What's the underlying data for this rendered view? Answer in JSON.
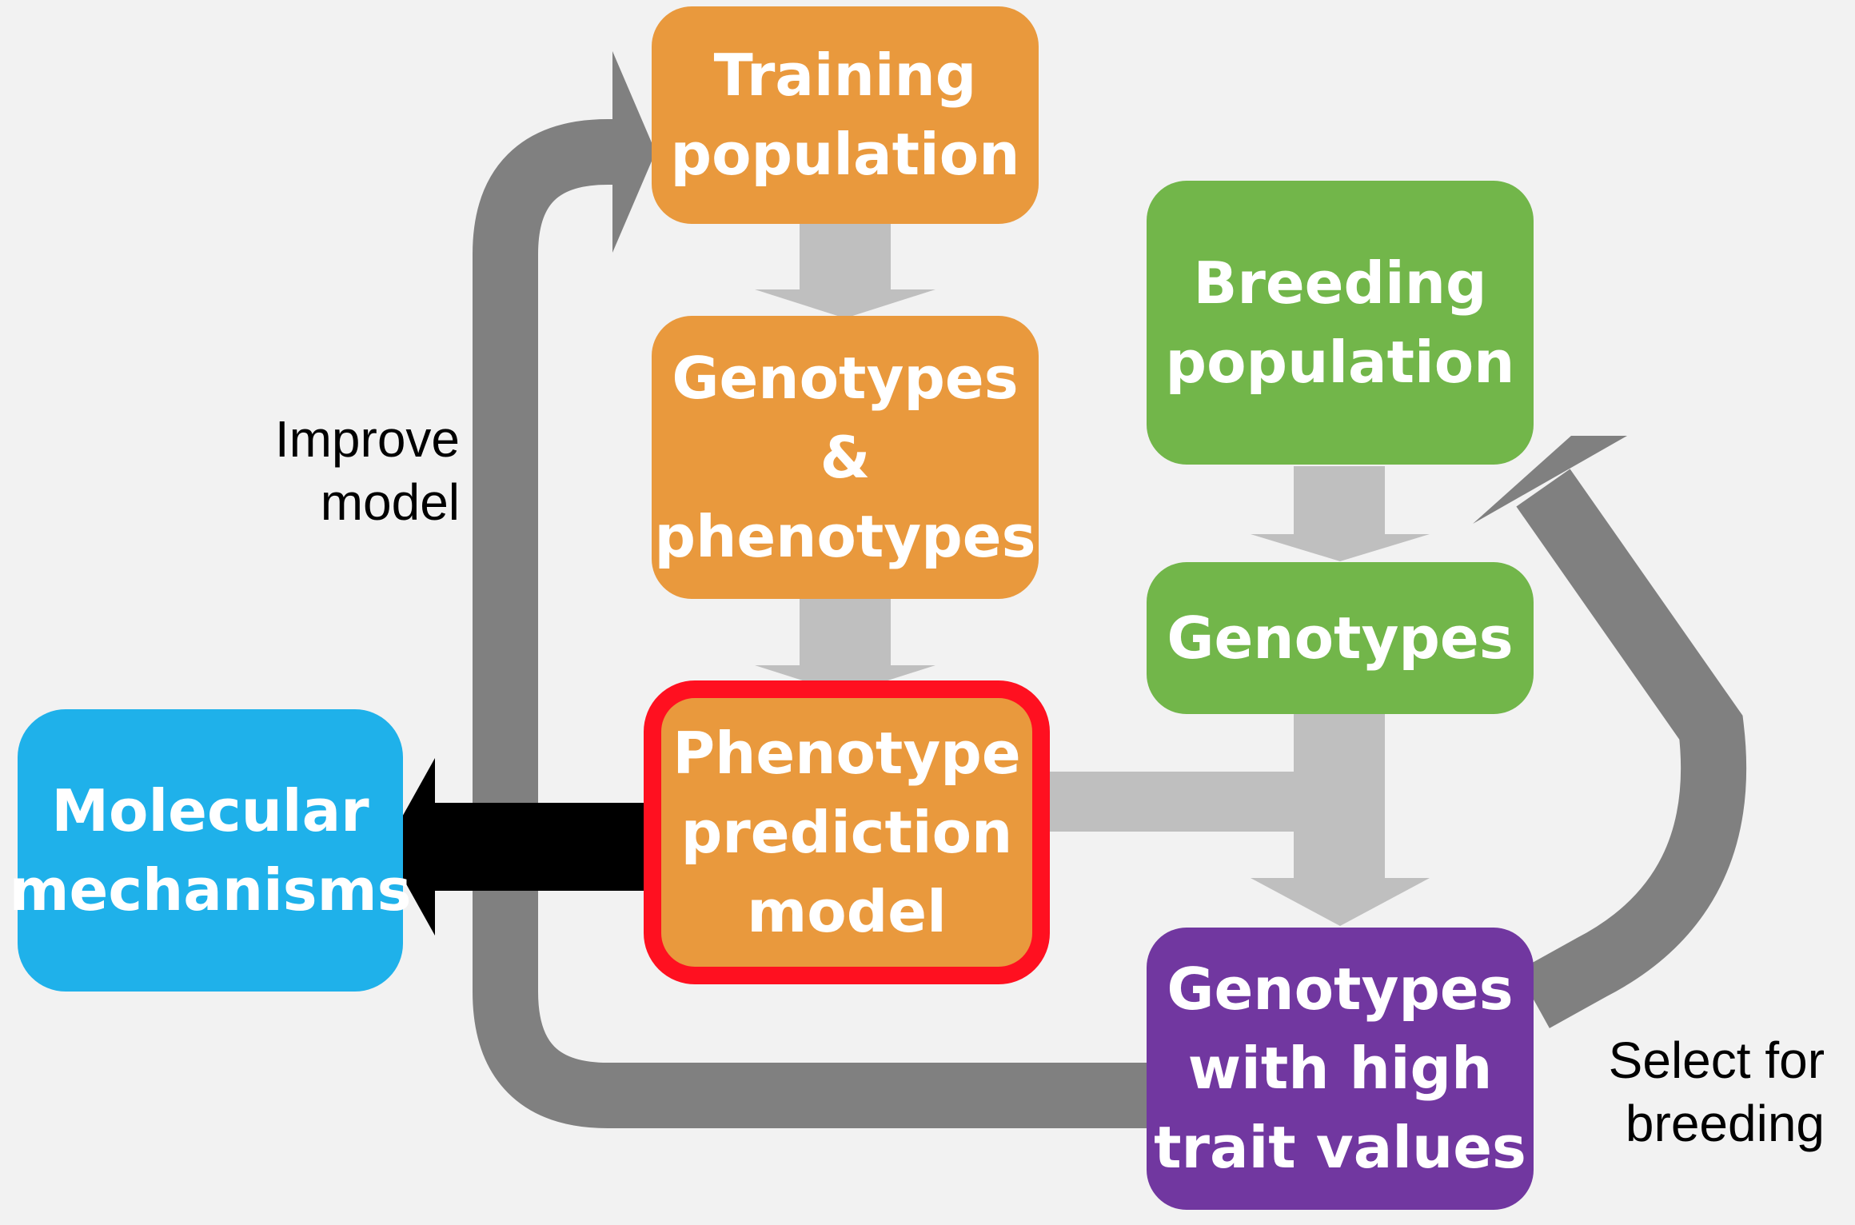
{
  "nodes": {
    "training": "Training\npopulation",
    "geno_pheno": "Genotypes &\nphenotypes",
    "prediction_model": "Phenotype\nprediction\nmodel",
    "molecular": "Molecular\nmechanisms",
    "breeding": "Breeding\npopulation",
    "genotypes": "Genotypes",
    "high_trait": "Genotypes\nwith high\ntrait values"
  },
  "labels": {
    "improve_model": "Improve\nmodel",
    "select_breeding": "Select for\nbreeding"
  },
  "colors": {
    "background": "#f2f2f2",
    "orange": "#e9993d",
    "green": "#72b64a",
    "purple": "#7137a0",
    "blue": "#1fb1ea",
    "highlight_ring": "#ff1020",
    "dark_arrow": "#808080",
    "light_arrow": "#bfbfbf",
    "black_arrow": "#000000"
  }
}
